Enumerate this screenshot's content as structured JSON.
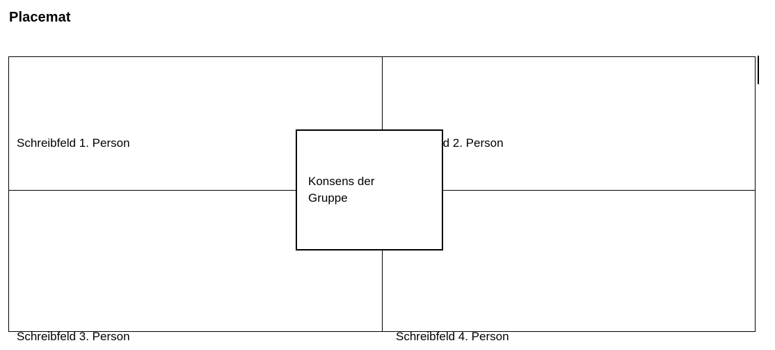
{
  "page": {
    "title": "Placemat"
  },
  "placemat": {
    "quadrants": [
      {
        "id": "q1",
        "label": "Schreibfeld 1. Person"
      },
      {
        "id": "q2",
        "label": "Schreibfeld 2. Person"
      },
      {
        "id": "q3",
        "label": "Schreibfeld 3. Person"
      },
      {
        "id": "q4",
        "label": "Schreibfeld 4. Person"
      }
    ],
    "center": {
      "label": "Konsens der Gruppe"
    },
    "colors": {
      "border": "#000000",
      "background": "#ffffff",
      "text": "#000000"
    }
  }
}
